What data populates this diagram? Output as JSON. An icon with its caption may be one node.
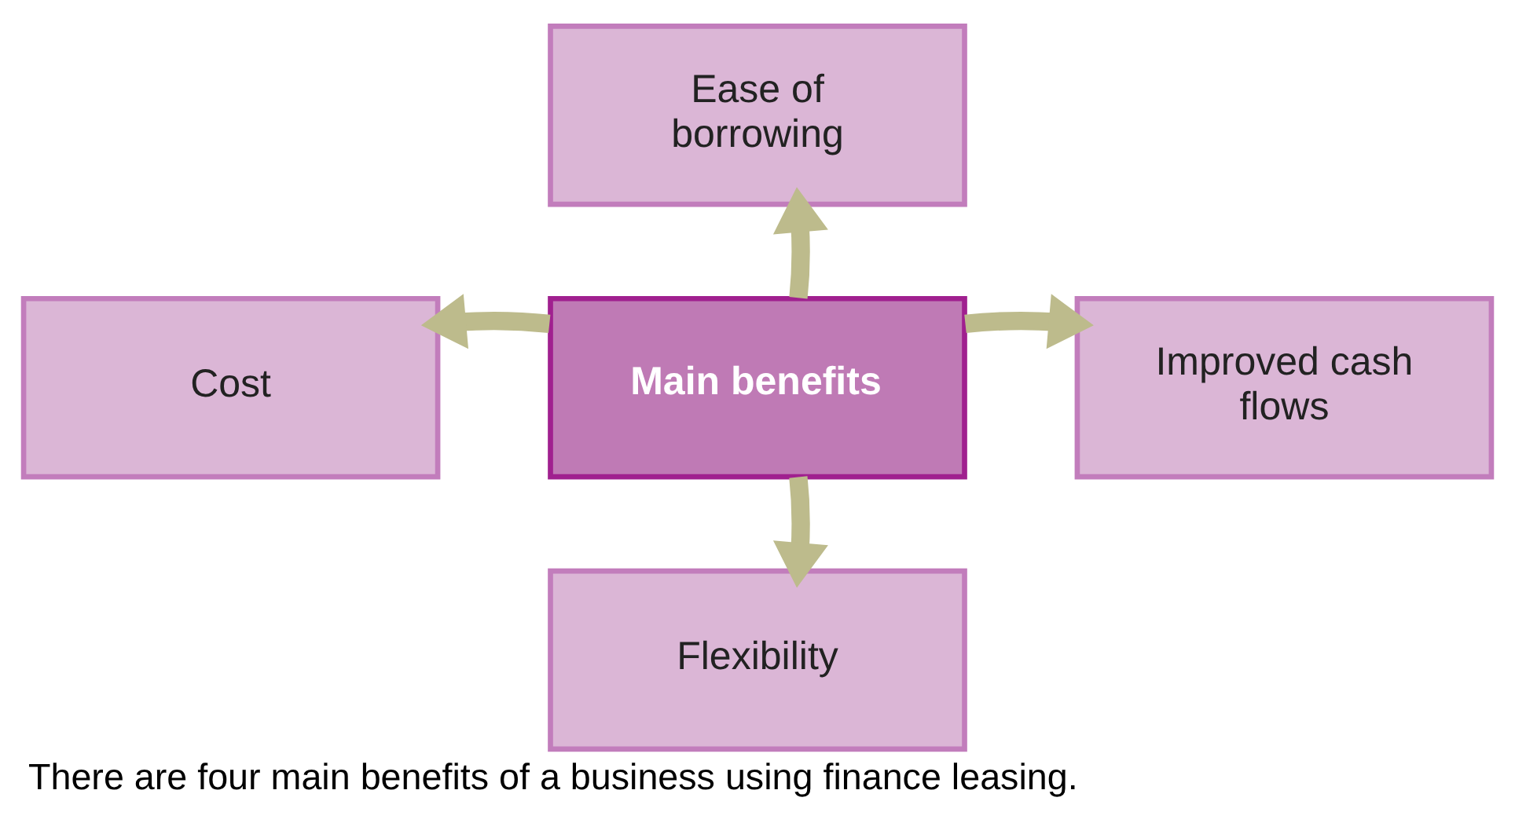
{
  "diagram": {
    "caption": "There are four main benefits of a business using finance leasing.",
    "nodes": [
      {
        "text": [
          "Ease of borrowing"
        ]
      },
      {
        "text": [
          "Cost"
        ]
      },
      {
        "text": [
          "Main benefits"
        ]
      },
      {
        "text": [
          "Improved cash flows"
        ]
      },
      {
        "text": [
          "Flexibility"
        ]
      }
    ],
    "edges": [
      {
        "from": 2,
        "to": 0,
        "arrow": "to"
      },
      {
        "from": 2,
        "to": 1,
        "arrow": "to"
      },
      {
        "from": 2,
        "to": 3,
        "arrow": "to"
      },
      {
        "from": 2,
        "to": 4,
        "arrow": "to"
      }
    ]
  }
}
